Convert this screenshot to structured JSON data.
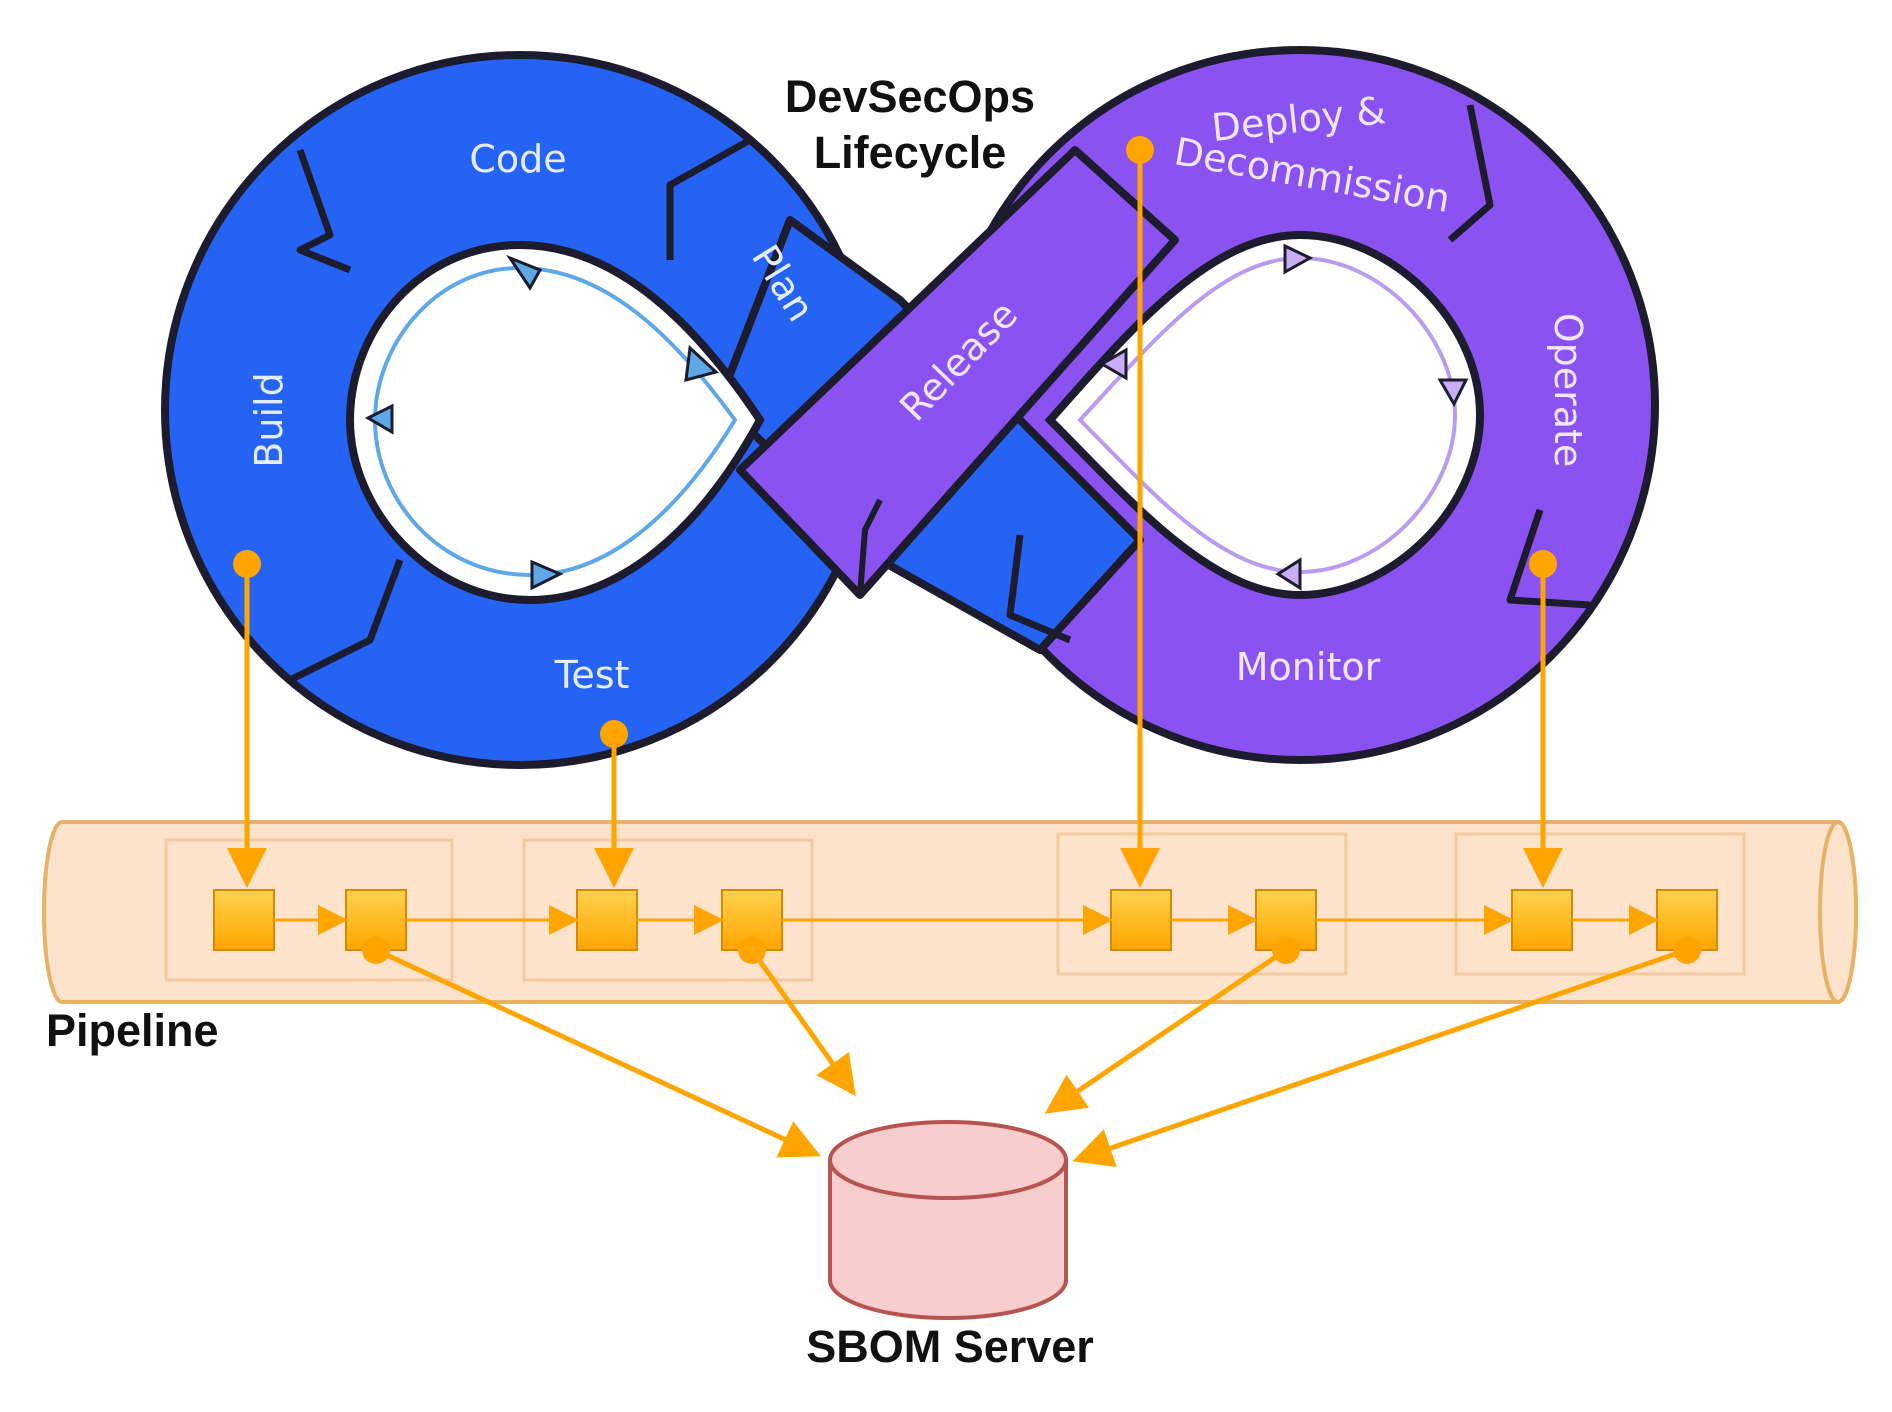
{
  "title_line1": "DevSecOps",
  "title_line2": "Lifecycle",
  "stages": {
    "code": "Code",
    "plan": "Plan",
    "build": "Build",
    "test": "Test",
    "release": "Release",
    "deploy_line1": "Deploy &",
    "deploy_line2": "Decommission",
    "operate": "Operate",
    "monitor": "Monitor"
  },
  "pipeline_label": "Pipeline",
  "sbom_label": "SBOM Server",
  "colors": {
    "blue_loop": "#2563f5",
    "purple_loop": "#8b52f2",
    "outline": "#1c1c2e",
    "arrow_orange": "#ffa500",
    "pipeline_fill": "#fde3cc",
    "pipeline_stroke": "#e8b266",
    "sbom_fill": "#f8cdcd",
    "sbom_stroke": "#b85450"
  }
}
